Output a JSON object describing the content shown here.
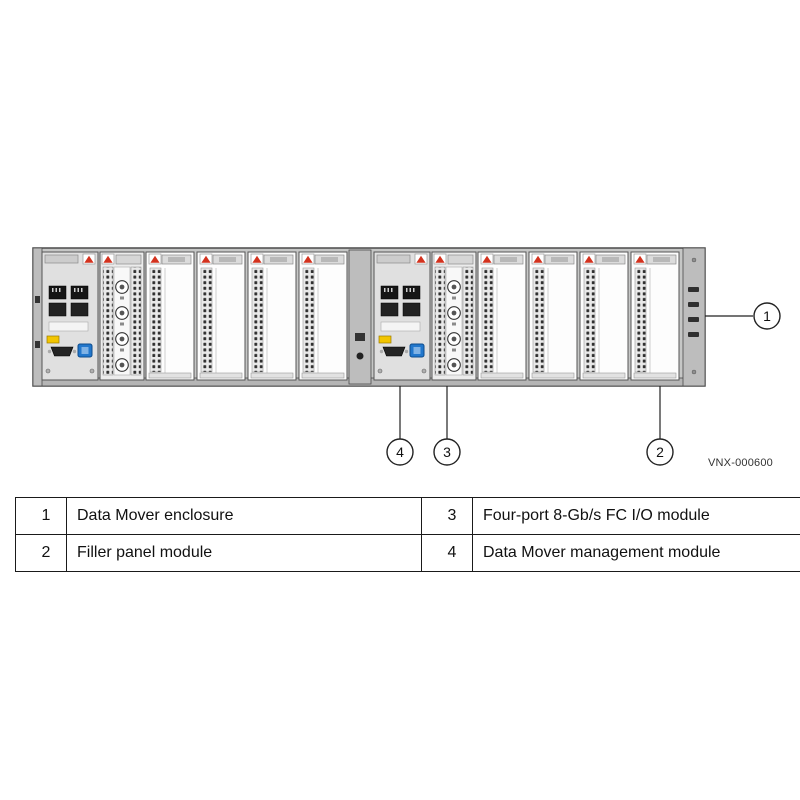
{
  "figure": {
    "code": "VNX-000600",
    "description": "Rear view of a VNX Data Mover enclosure with numbered callouts"
  },
  "diagram": {
    "callouts": [
      {
        "label": "1"
      },
      {
        "label": "2"
      },
      {
        "label": "3"
      },
      {
        "label": "4"
      }
    ],
    "colors": {
      "chassis_gray": "#c6c7c6",
      "panel_gray": "#e0e0e0",
      "filler_white": "#fdfdfd",
      "warning_red": "#d3321e",
      "label_yellow": "#f2c500",
      "connector_blue": "#2277cc",
      "hole_dark": "#2f2f2f"
    }
  },
  "legend": {
    "rows": [
      {
        "left_num": "1",
        "left_label": "Data Mover enclosure",
        "right_num": "3",
        "right_label": "Four-port 8-Gb/s FC I/O module"
      },
      {
        "left_num": "2",
        "left_label": "Filler panel module",
        "right_num": "4",
        "right_label": "Data Mover management module"
      }
    ]
  }
}
